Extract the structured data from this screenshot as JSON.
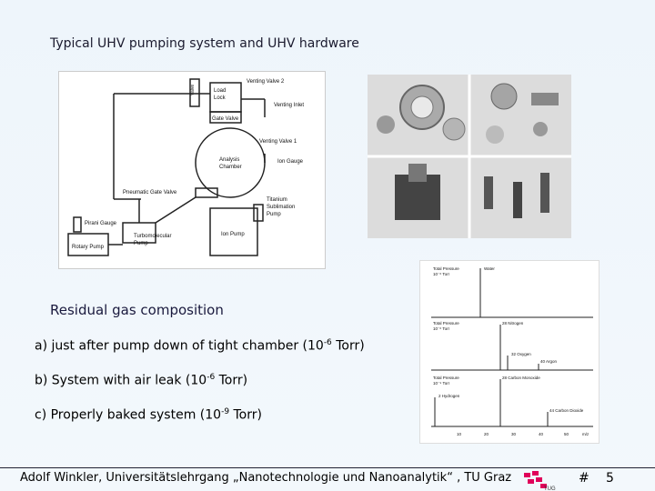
{
  "slide": {
    "title": "Typical UHV pumping system and UHV hardware",
    "section": "Residual gas composition",
    "items": [
      {
        "prefix": "a)  just after pump down of tight chamber (10",
        "exp": "-6",
        "suffix": " Torr)"
      },
      {
        "prefix": "b)  System with air leak (10",
        "exp": "-6",
        "suffix": " Torr)"
      },
      {
        "prefix": "c)  Properly baked system (10",
        "exp": "-9",
        "suffix": " Torr)"
      }
    ],
    "footer": "Adolf Winkler, Universitätslehrgang „Nanotechnologie und Nanoanalytik“ , TU Graz",
    "hash": "#",
    "page_number": "5"
  },
  "schematic": {
    "labels": {
      "valve": "Valve",
      "load_lock": "Load\nLock",
      "venting_valve_2": "Venting Valve 2",
      "venting_inlet": "Venting Inlet",
      "gate_valve": "Gate Valve",
      "venting_valve_1": "Venting Valve 1",
      "analysis_chamber": "Analysis\nChamber",
      "ion_gauge": "Ion Gauge",
      "pneumatic_gate_valve": "Pneumatic Gate Valve",
      "titanium": "Titanium\nSublimation\nPump",
      "pirani": "Pirani Gauge",
      "rotary": "Rotary Pump",
      "turbo": "Turbomolecular\nPump",
      "ion_pump": "Ion Pump"
    }
  },
  "spectrum": {
    "labels": {
      "total_a": "Total Pressure\n10⁻⁶ Torr",
      "water": "Water",
      "total_b": "Total Pressure\n10⁻⁶ Torr",
      "nitrogen": "28 Nitrogen",
      "oxygen": "32 Oxygen",
      "argon": "40 Argon",
      "total_c": "Total Pressure\n10⁻⁹ Torr",
      "co": "28 Carbon Monoxide",
      "hydrogen": "2 Hydrogen",
      "co2": "44 Carbon Dioxide"
    },
    "x_ticks": [
      "10",
      "20",
      "30",
      "40",
      "50",
      "m/z"
    ]
  }
}
